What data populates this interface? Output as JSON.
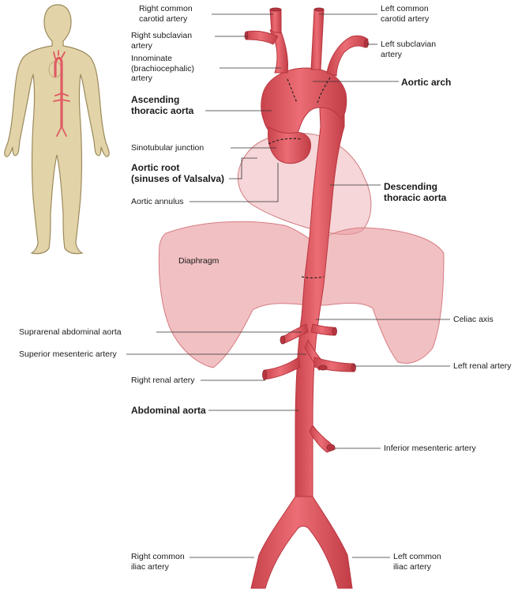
{
  "colors": {
    "aorta": "#e05a63",
    "aorta_dark": "#b8353f",
    "body_fill": "#e2d3a8",
    "body_stroke": "#9c8a5c",
    "diaphragm": "#e99a9e",
    "heart": "#efb5b8",
    "leader": "#333333"
  },
  "labels": {
    "right_common_carotid": "Right common\ncarotid artery",
    "left_common_carotid": "Left common\ncarotid artery",
    "right_subclavian": "Right subclavian\nartery",
    "left_subclavian": "Left subclavian\nartery",
    "innominate": "Innominate\n(brachiocephalic)\nartery",
    "aortic_arch": "Aortic arch",
    "ascending_aorta": "Ascending\nthoracic aorta",
    "sinotubular": "Sinotubular junction",
    "aortic_root": "Aortic root\n(sinuses of Valsalva)",
    "descending_aorta": "Descending\nthoracic aorta",
    "aortic_annulus": "Aortic annulus",
    "diaphragm": "Diaphragm",
    "suprarenal": "Suprarenal abdominal aorta",
    "celiac": "Celiac axis",
    "superior_mesenteric": "Superior mesenteric artery",
    "left_renal": "Left renal artery",
    "right_renal": "Right renal artery",
    "abdominal_aorta": "Abdominal aorta",
    "inferior_mesenteric": "Inferior mesenteric artery",
    "right_common_iliac": "Right common\niliac artery",
    "left_common_iliac": "Left common\niliac artery"
  }
}
